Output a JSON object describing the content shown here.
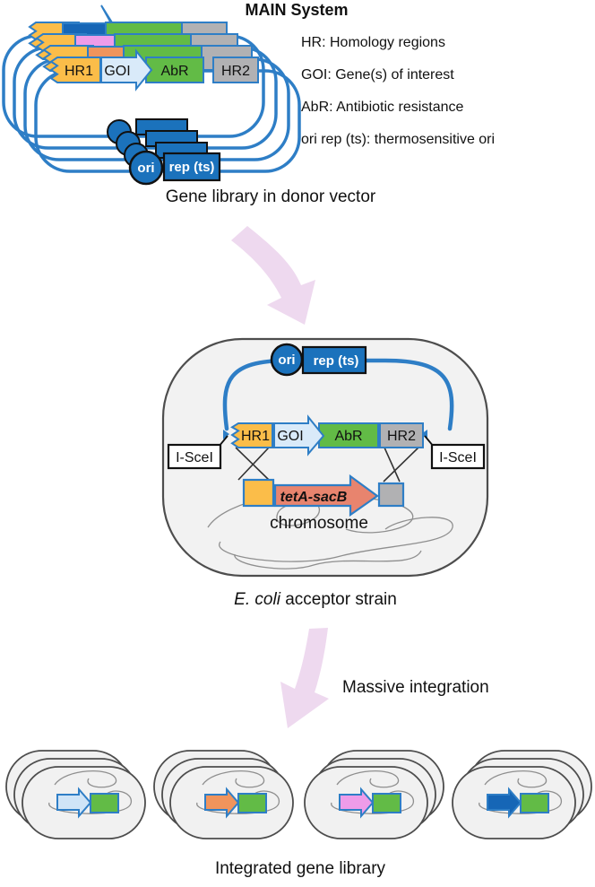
{
  "title": "MAIN System",
  "legend": {
    "items": [
      "HR: Homology regions",
      "GOI: Gene(s) of interest",
      "AbR: Antibiotic resistance",
      "ori rep (ts): thermosensitive ori"
    ]
  },
  "labels": {
    "hr1": "HR1",
    "goi": "GOI",
    "abr": "AbR",
    "hr2": "HR2",
    "ori": "ori",
    "rep_ts": "rep (ts)",
    "i_scei": "I-SceI",
    "teta_sacb": "tetA-sacB",
    "chromosome": "chromosome"
  },
  "captions": {
    "donor": "Gene library in donor vector",
    "acceptor_species": "E. coli",
    "acceptor_rest": " acceptor strain",
    "integration": "Massive integration",
    "library": "Integrated gene library"
  },
  "colors": {
    "plasmid_blue": "#2e7ec6",
    "ori_rep_blue": "#1b72bc",
    "hr1_yellow": "#fbbd49",
    "abr_green": "#62bb46",
    "hr2_gray": "#b1b1b3",
    "goi_lightblue": "#d9eaf9",
    "goi_orange": "#f0945c",
    "goi_violet": "#ee9ce9",
    "goi_darkblue": "#1666b6",
    "teta_salmon": "#e8846e",
    "flow_arrow_pink": "#eed9ef",
    "cell_fill": "#f2f2f2"
  },
  "library_variants": [
    {
      "name": "goi-lightblue",
      "color": "#cfe4f7"
    },
    {
      "name": "goi-orange",
      "color": "#f0945c"
    },
    {
      "name": "goi-violet",
      "color": "#ee9ce9"
    },
    {
      "name": "goi-darkblue",
      "color": "#1666b6"
    }
  ]
}
